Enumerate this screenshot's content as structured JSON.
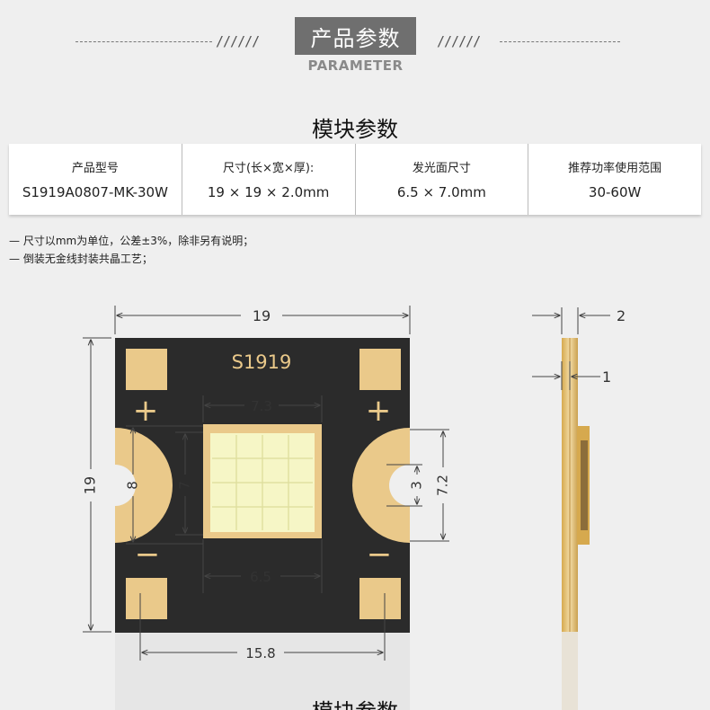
{
  "header": {
    "title": "产品参数",
    "subtitle": "PARAMETER",
    "hatch_left": "//////",
    "hatch_right": "//////"
  },
  "section": {
    "title": "模块参数",
    "next_title": "模块参数"
  },
  "params": [
    {
      "label": "产品型号",
      "value": "S1919A0807-MK-30W"
    },
    {
      "label": "尺寸(长×宽×厚):",
      "value": "19 × 19 × 2.0mm"
    },
    {
      "label": "发光面尺寸",
      "value": "6.5 × 7.0mm"
    },
    {
      "label": "推荐功率使用范围",
      "value": "30-60W"
    }
  ],
  "notes": [
    "— 尺寸以mm为单位，公差±3%，除非另有说明；",
    "— 倒装无金线封装共晶工艺；"
  ],
  "drawing": {
    "board_label": "S1919",
    "plus": "+",
    "minus": "−",
    "dims": {
      "width": "19",
      "height": "19",
      "emitter_width_top": "7.3",
      "emitter_width_bottom": "6.5",
      "left_height": "7",
      "left_notch": "8",
      "right_notch": "3",
      "right_height": "7.2",
      "pad_spacing": "15.8",
      "thickness": "2",
      "layer": "1"
    }
  },
  "colors": {
    "board": "#2b2b2b",
    "gold": "#eac98a",
    "gold_dark": "#d6a94e",
    "emitter": "#f6f6c6"
  }
}
